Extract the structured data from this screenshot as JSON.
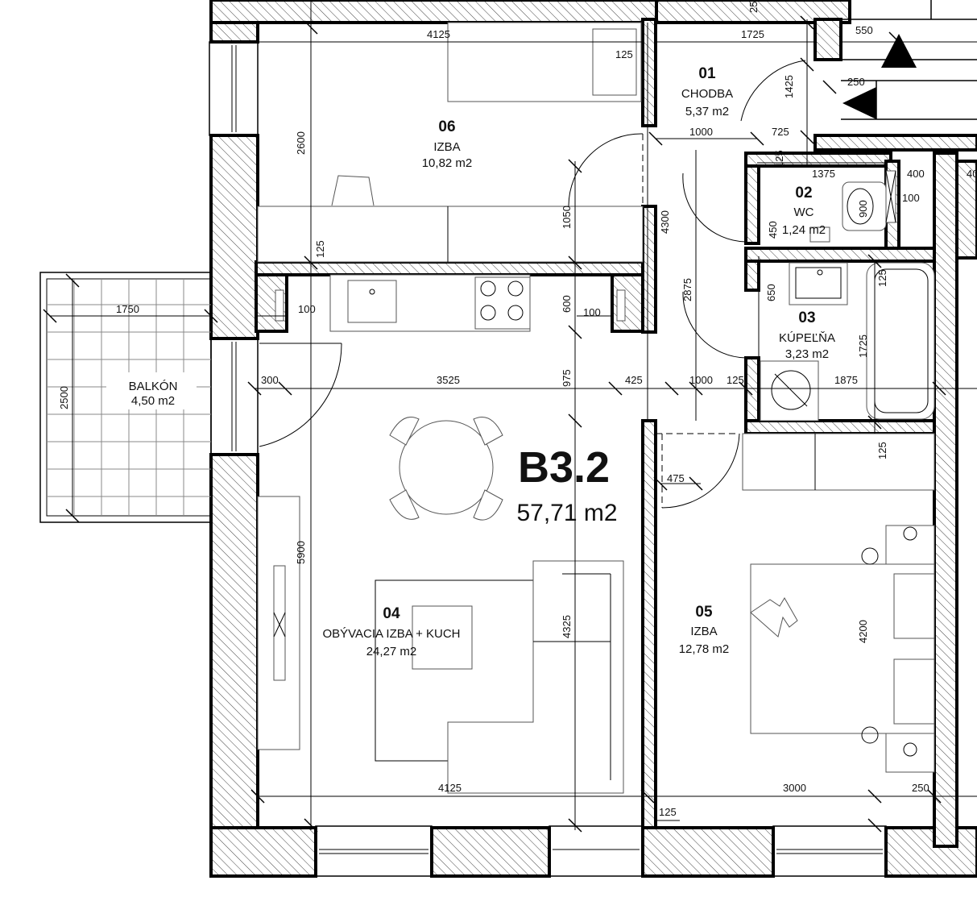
{
  "unit": {
    "code": "B3.2",
    "total_area": "57,71 m2"
  },
  "rooms": {
    "chodba": {
      "number": "01",
      "name": "CHODBA",
      "area": "5,37 m2"
    },
    "wc": {
      "number": "02",
      "name": "WC",
      "area": "1,24 m2"
    },
    "kupelna": {
      "number": "03",
      "name": "KÚPEĽŇA",
      "area": "3,23 m2"
    },
    "obyvacia": {
      "number": "04",
      "name": "OBÝVACIA IZBA + KUCH",
      "area": "24,27 m2"
    },
    "izba05": {
      "number": "05",
      "name": "IZBA",
      "area": "12,78 m2"
    },
    "izba06": {
      "number": "06",
      "name": "IZBA",
      "area": "10,82 m2"
    },
    "balkon": {
      "name": "BALKÓN",
      "area": "4,50 m2"
    }
  },
  "dimensions": {
    "d4125_top": "4125",
    "d125_top": "125",
    "d1725_top": "1725",
    "d550": "550",
    "d250_top": "250",
    "d250_right": "250",
    "d1425": "1425",
    "d2600": "2600",
    "d1000_a": "1000",
    "d725": "725",
    "d125_b": "125",
    "d1375": "1375",
    "d400_a": "400",
    "d400_b": "40",
    "d100_wc": "100",
    "d900": "900",
    "d450": "450",
    "d4300": "4300",
    "d1050": "1050",
    "d125_c": "125",
    "d600": "600",
    "d100_a": "100",
    "d100_b": "100",
    "d1750": "1750",
    "d650": "650",
    "d125_d": "125",
    "d2875": "2875",
    "d1725_bath": "1725",
    "d2500": "2500",
    "d300": "300",
    "d3525": "3525",
    "d975": "975",
    "d425": "425",
    "d1000_b": "1000",
    "d125_e": "125",
    "d1875": "1875",
    "d475": "475",
    "d125_f": "125",
    "d5900": "5900",
    "d4325": "4325",
    "d4200": "4200",
    "d4125_bot": "4125",
    "d3000": "3000",
    "d250_bot": "250",
    "d125_bot": "125"
  }
}
